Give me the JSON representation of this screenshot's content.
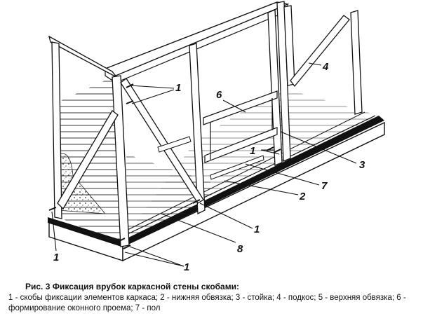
{
  "figure": {
    "callouts": {
      "c1_top": "1",
      "c1_mid": "1",
      "c1_right": "1",
      "c1_bottom": "1",
      "c1_left": "1",
      "c2": "2",
      "c3": "3",
      "c4": "4",
      "c6": "6",
      "c7": "7",
      "c8": "8"
    }
  },
  "caption": {
    "title": "Рис. 3 Фиксация врубок каркасной стены скобами:",
    "body": "1 - скобы фиксации элементов каркаса; 2 - нижняя обвязка; 3 - стойка; 4 - подкос; 5 - верхняя обвязка; 6 - формирование оконного проема; 7 - пол"
  }
}
